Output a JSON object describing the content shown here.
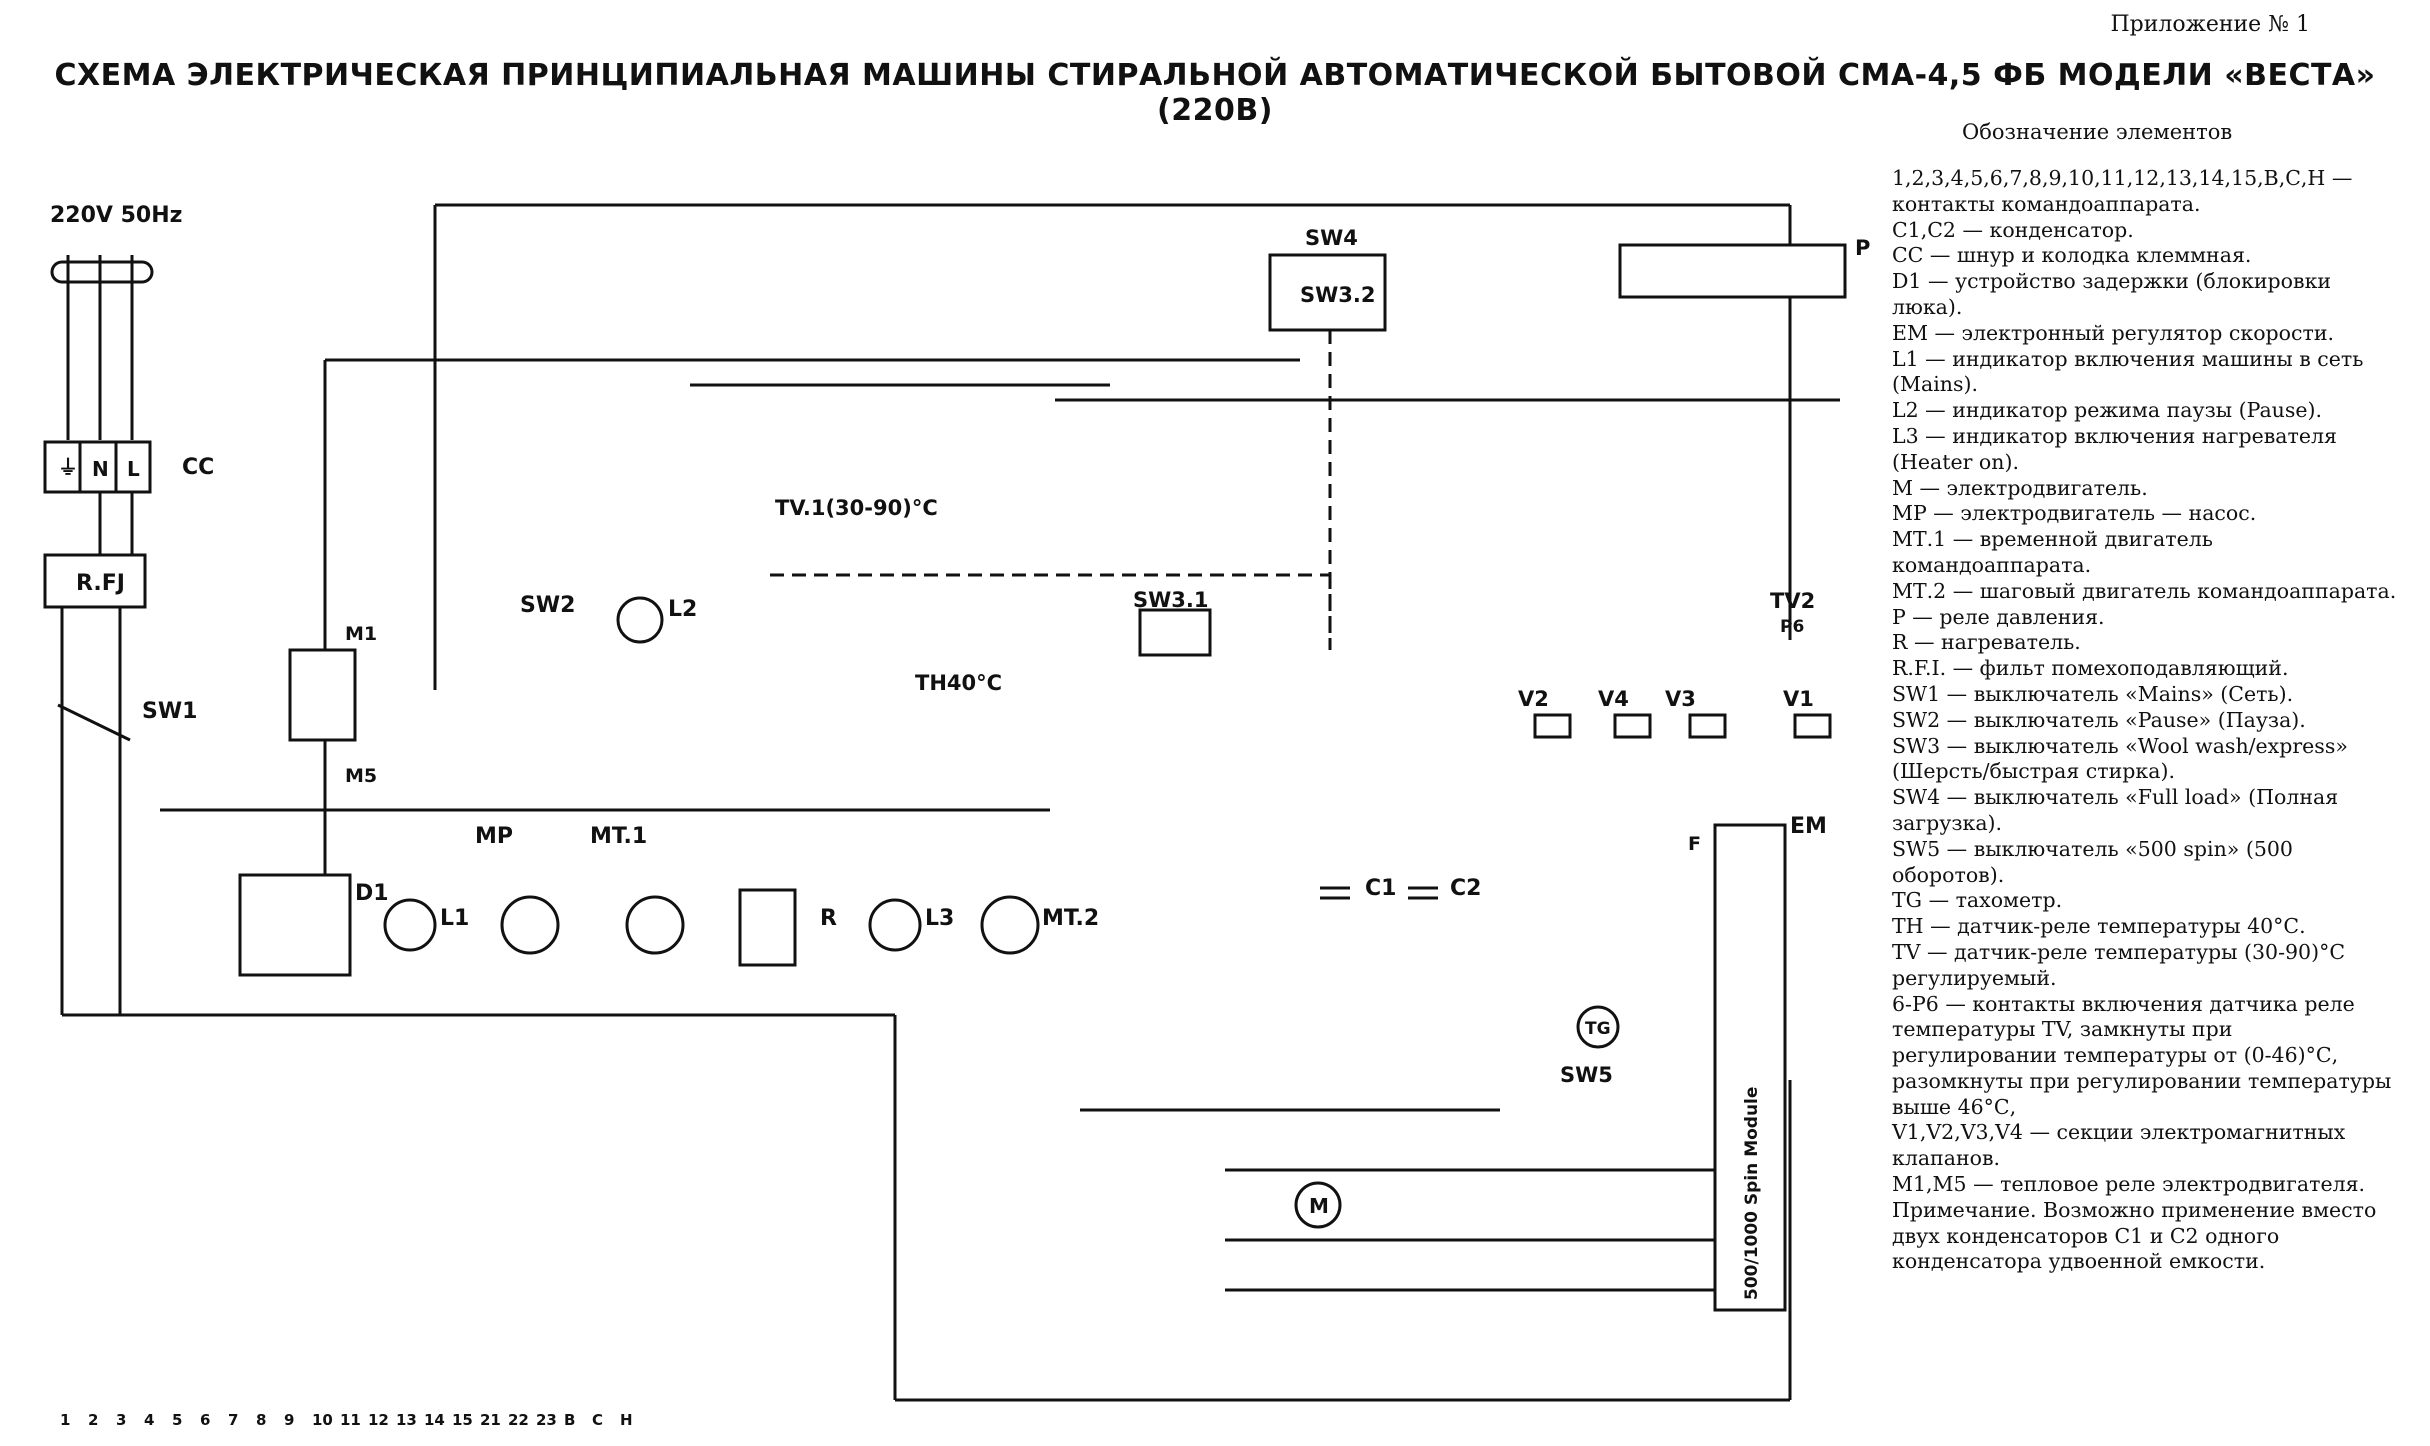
{
  "appendix": "Приложение № 1",
  "title": "СХЕМА ЭЛЕКТРИЧЕСКАЯ ПРИНЦИПИАЛЬНАЯ МАШИНЫ СТИРАЛЬНОЙ АВТОМАТИЧЕСКОЙ БЫТОВОЙ СМА-4,5 ФБ МОДЕЛИ «ВЕСТА» (220В)",
  "legend_heading": "Обозначение элементов",
  "legend": [
    "1,2,3,4,5,6,7,8,9,10,11,12,13,14,15,В,С,Н — контакты командоаппарата.",
    "С1,С2 — конденсатор.",
    "СС — шнур и колодка клеммная.",
    "D1 — устройство задержки (блокировки люка).",
    "ЕМ — электронный регулятор скорости.",
    "L1 — индикатор включения машины в сеть (Mains).",
    "L2 — индикатор режима паузы (Pause).",
    "L3 — индикатор включения нагревателя (Heater on).",
    "М — электродвигатель.",
    "МР — электродвигатель — насос.",
    "МТ.1 — временной двигатель командоаппарата.",
    "МТ.2 — шаговый двигатель командоаппарата.",
    "Р — реле давления.",
    "R — нагреватель.",
    "R.F.I. — фильт помехоподавляющий.",
    "SW1 — выключатель «Mains» (Сеть).",
    "SW2 — выключатель «Pause» (Пауза).",
    "SW3 — выключатель «Wool wash/express» (Шерсть/быстрая стирка).",
    "SW4 — выключатель «Full load» (Полная загрузка).",
    "SW5 — выключатель «500 spin» (500 оборотов).",
    "TG — тахометр.",
    "ТН — датчик-реле температуры 40°С.",
    "TV — датчик-реле температуры (30-90)°С регулируемый.",
    "6-Р6 — контакты включения датчика реле температуры TV, замкнуты при регулировании температуры от (0-46)°С, разомкнуты при регулировании температуры выше 46°С,",
    "V1,V2,V3,V4 — секции электромагнитных клапанов.",
    "М1,М5 — тепловое реле электродвигателя."
  ],
  "note": "Примечание. Возможно применение вместо двух конденсаторов С1 и С2 одного конденсатора удвоенной емкости.",
  "labels": {
    "supply": "220V 50Hz",
    "cc": "CC",
    "ground": "⏚",
    "n": "N",
    "l": "L",
    "rfi": "R.FJ",
    "sw1": "SW1",
    "sw2": "SW2",
    "sw3_1": "SW3.1",
    "sw3_2": "SW3.2",
    "sw4": "SW4",
    "sw5": "SW5",
    "m1": "M1",
    "m5": "M5",
    "d1": "D1",
    "l1": "L1",
    "l2": "L2",
    "l3": "L3",
    "mp": "MP",
    "mt1": "MT.1",
    "mt2": "MT.2",
    "r": "R",
    "tv1": "TV.1(30-90)°C",
    "th40": "TH40°C",
    "tv2": "TV2",
    "p6": "P6",
    "p": "P",
    "v1": "V1",
    "v2": "V2",
    "v3": "V3",
    "v4": "V4",
    "c1": "C1",
    "c2": "C2",
    "em": "EM",
    "m": "M",
    "tg": "TG",
    "module": "500/1000 Spin Module",
    "f": "F"
  },
  "contact_numbers": [
    "1",
    "2",
    "3",
    "4",
    "5",
    "6",
    "7",
    "8",
    "9",
    "10",
    "11",
    "12",
    "13",
    "14",
    "15",
    "21",
    "22",
    "23",
    "B",
    "C",
    "H"
  ]
}
